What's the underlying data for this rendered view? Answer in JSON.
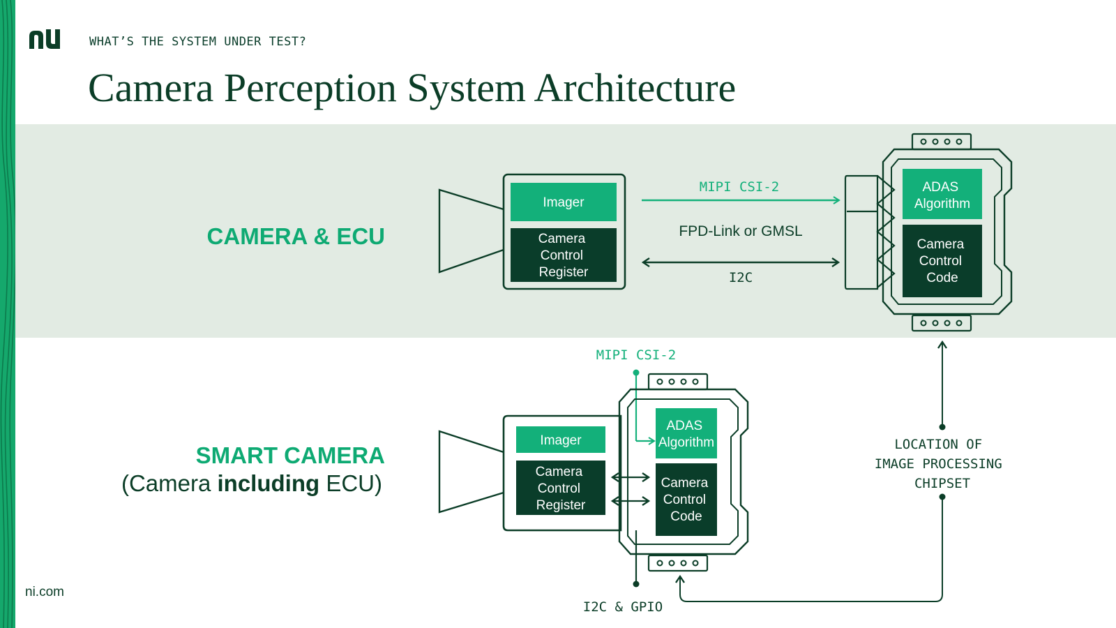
{
  "header": {
    "kicker": "WHAT’S THE SYSTEM UNDER TEST?",
    "title": "Camera Perception System Architecture"
  },
  "sections": {
    "camera_ecu": {
      "label": "CAMERA & ECU"
    },
    "smart_camera": {
      "label": "SMART CAMERA",
      "sub_prefix": "(Camera ",
      "sub_bold": "including",
      "sub_suffix": " ECU)"
    }
  },
  "top_diagram": {
    "imager": "Imager",
    "register": [
      "Camera",
      "Control",
      "Register"
    ],
    "link_top": "MIPI CSI-2",
    "link_mid": "FPD-Link or GMSL",
    "link_bottom": "I2C",
    "adas": [
      "ADAS",
      "Algorithm"
    ],
    "control_code": [
      "Camera",
      "Control",
      "Code"
    ]
  },
  "bottom_diagram": {
    "link_top": "MIPI CSI-2",
    "imager": "Imager",
    "register": [
      "Camera",
      "Control",
      "Register"
    ],
    "adas": [
      "ADAS",
      "Algorithm"
    ],
    "control_code": [
      "Camera",
      "Control",
      "Code"
    ],
    "link_bottom": "I2C & GPIO"
  },
  "location_note": [
    "LOCATION OF",
    "IMAGE PROCESSING",
    "CHIPSET"
  ],
  "footer": {
    "site": "ni.com"
  },
  "colors": {
    "dark_green": "#0b3d27",
    "box_dark": "#0a3d2a",
    "bright_green": "#13b07a",
    "band": "#e2ebe3"
  }
}
